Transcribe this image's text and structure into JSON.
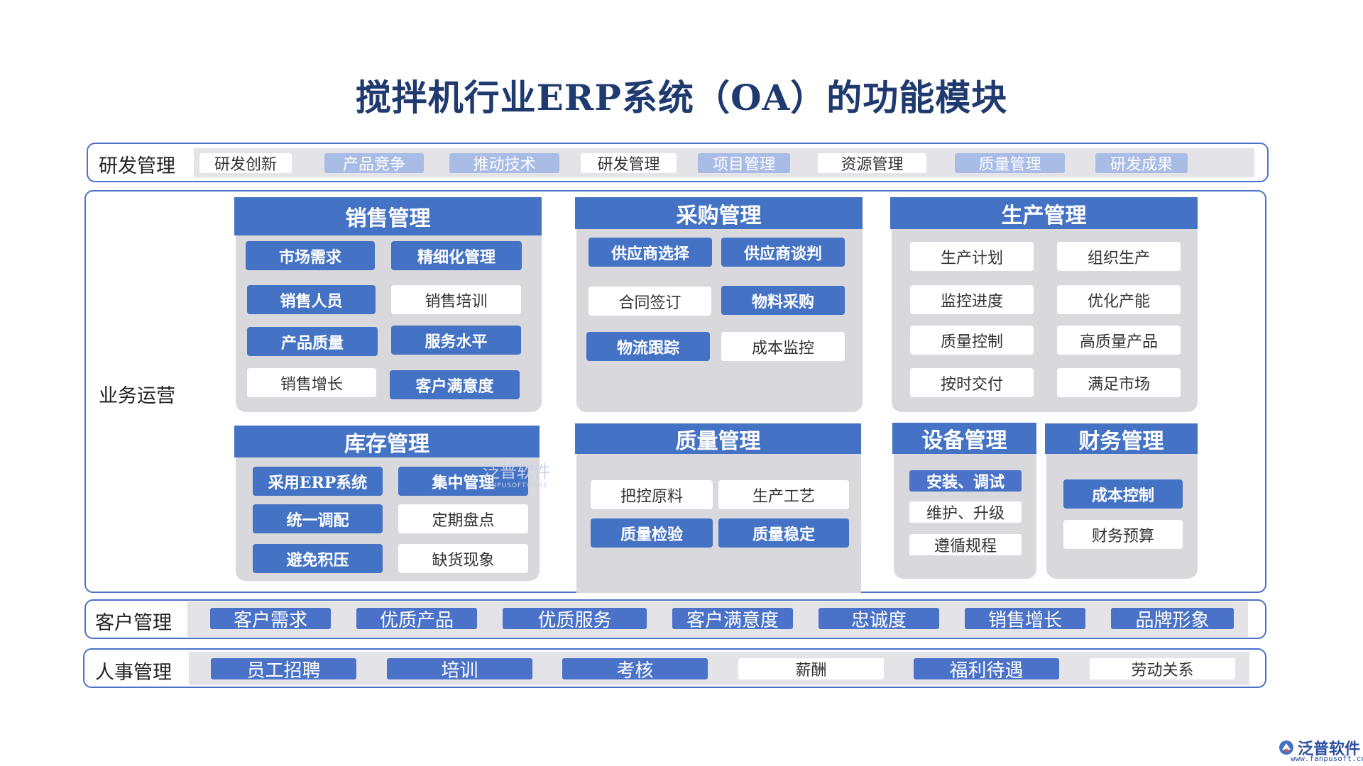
{
  "title": "搅拌机行业ERP系统（OA）的功能模块",
  "rd": {
    "label": "研发管理",
    "items": [
      "研发创新",
      "产品竞争",
      "推动技术",
      "研发管理",
      "项目管理",
      "资源管理",
      "质量管理",
      "研发成果"
    ]
  },
  "business": {
    "label": "业务运营",
    "sales": {
      "title": "销售管理",
      "items": [
        "市场需求",
        "精细化管理",
        "销售人员",
        "销售培训",
        "产品质量",
        "服务水平",
        "销售增长",
        "客户满意度"
      ]
    },
    "purchase": {
      "title": "采购管理",
      "items": [
        "供应商选择",
        "供应商谈判",
        "合同签订",
        "物料采购",
        "物流跟踪",
        "成本监控"
      ]
    },
    "production": {
      "title": "生产管理",
      "items": [
        "生产计划",
        "组织生产",
        "监控进度",
        "优化产能",
        "质量控制",
        "高质量产品",
        "按时交付",
        "满足市场"
      ]
    },
    "inventory": {
      "title": "库存管理",
      "items": [
        "采用ERP系统",
        "集中管理",
        "统一调配",
        "定期盘点",
        "避免积压",
        "缺货现象"
      ]
    },
    "quality": {
      "title": "质量管理",
      "items": [
        "把控原料",
        "生产工艺",
        "质量检验",
        "质量稳定"
      ]
    },
    "equipment": {
      "title": "设备管理",
      "items": [
        "安装、调试",
        "维护、升级",
        "遵循规程"
      ]
    },
    "finance": {
      "title": "财务管理",
      "items": [
        "成本控制",
        "财务预算"
      ]
    }
  },
  "customer": {
    "label": "客户管理",
    "items": [
      "客户需求",
      "优质产品",
      "优质服务",
      "客户满意度",
      "忠诚度",
      "销售增长",
      "品牌形象"
    ]
  },
  "hr": {
    "label": "人事管理",
    "items": [
      "员工招聘",
      "培训",
      "考核",
      "薪酬",
      "福利待遇",
      "劳动关系"
    ]
  },
  "watermark": {
    "name": "泛普软件",
    "sub": "FANPUSOFTWARE"
  },
  "logo": {
    "name": "泛普软件",
    "url": "www.fanpusoft.com"
  },
  "colors": {
    "accent": "#4472c4",
    "frame": "#4a72c8",
    "panel": "#d8d8dd",
    "strip": "#e4e4e8",
    "title": "#1f3a6e"
  }
}
